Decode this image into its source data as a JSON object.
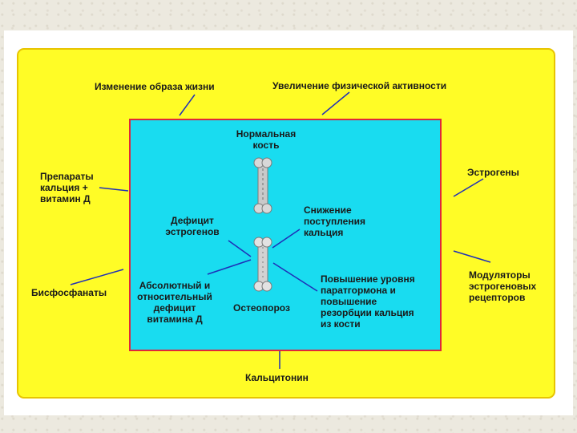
{
  "labels": {
    "lifestyle_change": "Изменение образа жизни",
    "physical_activity": "Увеличение физической активности",
    "calcium_vitd": "Препараты\nкальция +\nвитамин Д",
    "estrogens": "Эстрогены",
    "bisphosphonates": "Бисфосфанаты",
    "serms": "Модуляторы\nэстрогеновых\nрецепторов",
    "calcitonin": "Кальцитонин",
    "normal_bone": "Нормальная\nкость",
    "estrogen_deficit": "Дефицит\nэстрогенов",
    "calcium_intake_decrease": "Снижение\nпоступления\nкальция",
    "vitd_deficit": "Абсолютный и\nотносительный\nдефицит\nвитамина Д",
    "osteoporosis": "Остеопороз",
    "pth_increase": "Повышение уровня\nпаратгормона и\nповышение\nрезорбции кальция\nиз кости"
  },
  "colors": {
    "outer_panel": "#fffc26",
    "inner_panel": "#19dcf0",
    "inner_border": "#e0263a",
    "arrows": "#1f2fb8"
  }
}
